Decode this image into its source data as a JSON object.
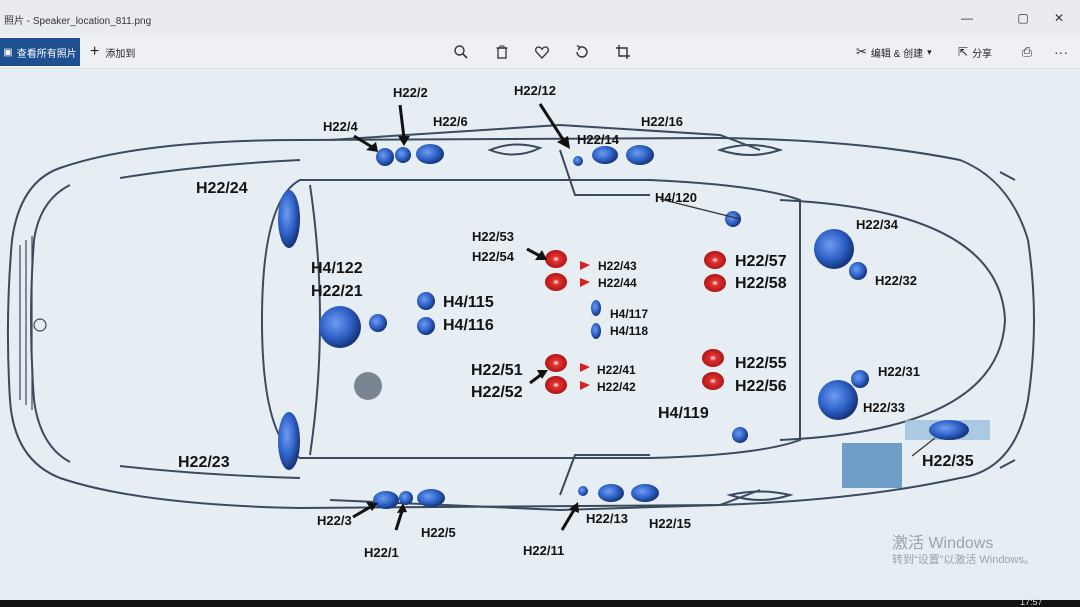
{
  "window": {
    "title": "照片 - Speaker_location_811.png",
    "minimize": "—",
    "maximize": "▢",
    "close": "✕"
  },
  "toolbar": {
    "all_photos_label": "查看所有照片",
    "add_label": "添加到",
    "edit_label": "编辑 & 创建",
    "share_label": "分享"
  },
  "icons": {
    "zoom": "zoom-icon",
    "delete": "trash-icon",
    "favorite": "heart-icon",
    "rotate": "rotate-icon",
    "crop": "crop-icon",
    "edit": "edit-create-icon",
    "share": "share-icon",
    "print": "print-icon",
    "more": "more-icon"
  },
  "labels": {
    "h22_2": "H22/2",
    "h22_4": "H22/4",
    "h22_6": "H22/6",
    "h22_12": "H22/12",
    "h22_14": "H22/14",
    "h22_16": "H22/16",
    "h22_24": "H22/24",
    "h4_120": "H4/120",
    "h22_53": "H22/53",
    "h22_54": "H22/54",
    "h22_43": "H22/43",
    "h22_44": "H22/44",
    "h22_57": "H22/57",
    "h22_58": "H22/58",
    "h22_34": "H22/34",
    "h22_32": "H22/32",
    "h4_122": "H4/122",
    "h22_21": "H22/21",
    "h4_115": "H4/115",
    "h4_116": "H4/116",
    "h4_117": "H4/117",
    "h4_118": "H4/118",
    "h22_51": "H22/51",
    "h22_52": "H22/52",
    "h22_41": "H22/41",
    "h22_42": "H22/42",
    "h22_55": "H22/55",
    "h22_56": "H22/56",
    "h22_31": "H22/31",
    "h22_33": "H22/33",
    "h4_119": "H4/119",
    "h22_23": "H22/23",
    "h22_35": "H22/35",
    "h22_3": "H22/3",
    "h22_1": "H22/1",
    "h22_5": "H22/5",
    "h22_11": "H22/11",
    "h22_13": "H22/13",
    "h22_15": "H22/15"
  },
  "watermark": {
    "title": "激活 Windows",
    "subtitle": "转到“设置”以激活 Windows。"
  },
  "taskbar": {
    "clock": "17:57"
  },
  "colors": {
    "speaker_blue": "#2f63c9",
    "speaker_red": "#d42020",
    "accent": "#1d4f91",
    "car_outline": "#3b4a5c"
  }
}
